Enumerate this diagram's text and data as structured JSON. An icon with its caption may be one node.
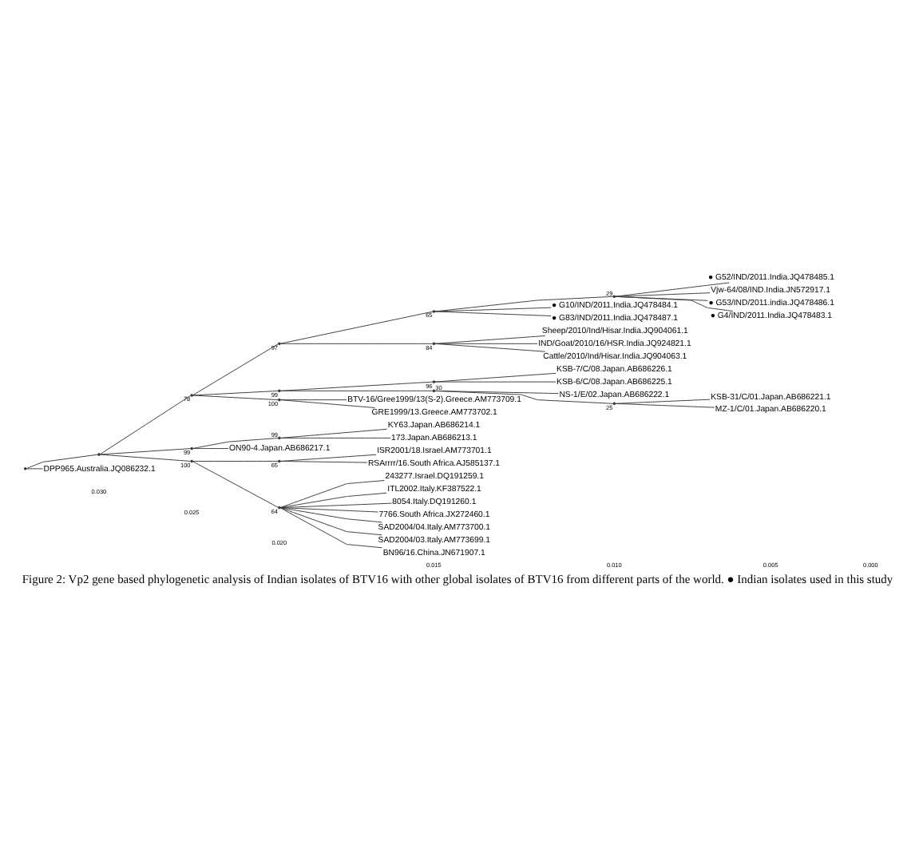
{
  "diagram": {
    "caption": "Figure 2: Vp2 gene based phylogenetic analysis of Indian isolates of BTV16 with other global isolates of BTV16 from different parts of the world. ● Indian isolates used in this study",
    "nodes": [
      {
        "text": [],
        "shape": "point"
      },
      {
        "text": [],
        "shape": "point"
      },
      {
        "text": [],
        "shape": "point",
        "beside": [
          "78"
        ]
      },
      {
        "text": [],
        "shape": "point",
        "beside": [
          "97"
        ]
      },
      {
        "text": [],
        "shape": "point",
        "beside": [
          "65"
        ]
      },
      {
        "text": [],
        "shape": "point",
        "beside": [
          "29"
        ]
      },
      {
        "text": [
          "● G52/IND/2011.India.JQ478485.1"
        ]
      },
      {
        "text": [
          "Vjw-64/08/IND.India.JN572917.1"
        ]
      },
      {
        "text": [
          "● G53/IND/2011.india.JQ478486.1"
        ]
      },
      {
        "text": [
          "● G4/IND/2011.India.JQ478483.1"
        ]
      },
      {
        "text": [
          "● G10/IND/2011.India.JQ478484.1"
        ]
      },
      {
        "text": [
          "● G83/IND/2011.India.JQ478487.1"
        ]
      },
      {
        "text": [],
        "shape": "point",
        "beside": [
          "84"
        ]
      },
      {
        "text": [
          "Sheep/2010/Ind/Hisar.India.JQ904061.1"
        ]
      },
      {
        "text": [
          "IND/Goat/2010/16/HSR.India.JQ924821.1"
        ]
      },
      {
        "text": [
          "Cattle/2010/Ind/Hisar.India.JQ904063.1"
        ]
      },
      {
        "text": [],
        "shape": "point",
        "beside": [
          "99"
        ]
      },
      {
        "text": [],
        "shape": "point",
        "beside": [
          "96"
        ]
      },
      {
        "text": [
          "KSB-7/C/08.Japan.AB686226.1"
        ]
      },
      {
        "text": [
          "KSB-6/C/08.Japan.AB686225.1"
        ]
      },
      {
        "text": [],
        "shape": "point",
        "beside": [
          "30"
        ]
      },
      {
        "text": [
          "NS-1/E/02.Japan.AB686222.1"
        ]
      },
      {
        "text": [],
        "shape": "point",
        "beside": [
          "25"
        ]
      },
      {
        "text": [
          "KSB-31/C/01.Japan.AB686221.1"
        ]
      },
      {
        "text": [
          "MZ-1/C/01.Japan.AB686220.1"
        ]
      },
      {
        "text": [],
        "shape": "point",
        "beside": [
          "100"
        ]
      },
      {
        "text": [
          "BTV-16/Gree1999/13(S-2).Greece.AM773709.1"
        ]
      },
      {
        "text": [
          "GRE1999/13.Greece.AM773702.1"
        ]
      },
      {
        "text": [],
        "shape": "point",
        "beside": [
          "99"
        ]
      },
      {
        "text": [],
        "shape": "point",
        "beside": [
          "99"
        ]
      },
      {
        "text": [
          "KY63.Japan.AB686214.1"
        ]
      },
      {
        "text": [
          "173.Japan.AB686213.1"
        ]
      },
      {
        "text": [
          "ON90-4.Japan.AB686217.1"
        ]
      },
      {
        "text": [],
        "shape": "point",
        "beside": [
          "100"
        ]
      },
      {
        "text": [],
        "shape": "point",
        "beside": [
          "65"
        ]
      },
      {
        "text": [
          "ISR2001/18.Israel.AM773701.1"
        ]
      },
      {
        "text": [
          "RSArrrr/16.South Africa.AJ585137.1"
        ]
      },
      {
        "text": [],
        "shape": "point",
        "beside": [
          "64"
        ]
      },
      {
        "text": [
          "243277.Israel.DQ191259.1"
        ]
      },
      {
        "text": [
          "ITL2002.Italy.KF387522.1"
        ]
      },
      {
        "text": [
          "8054.Italy.DQ191260.1"
        ]
      },
      {
        "text": [
          "7766.South Africa.JX272460.1"
        ]
      },
      {
        "text": [
          "SAD2004/04.Italy.AM773700.1"
        ]
      },
      {
        "text": [
          "SAD2004/03.Italy.AM773699.1"
        ]
      },
      {
        "text": [
          "BN96/16.China.JN671907.1"
        ]
      },
      {
        "text": [
          "DPP965.Australia.JQ086232.1"
        ]
      }
    ],
    "edges": [
      {
        "from": 0,
        "to": 1,
        "arrow": "none"
      },
      {
        "from": 1,
        "to": 2,
        "arrow": "none"
      },
      {
        "from": 2,
        "to": 3,
        "arrow": "none"
      },
      {
        "from": 3,
        "to": 4,
        "arrow": "none"
      },
      {
        "from": 4,
        "to": 5,
        "arrow": "none"
      },
      {
        "from": 5,
        "to": 6,
        "arrow": "none"
      },
      {
        "from": 5,
        "to": 7,
        "arrow": "none"
      },
      {
        "from": 5,
        "to": 8,
        "arrow": "none"
      },
      {
        "from": 5,
        "to": 9,
        "arrow": "none"
      },
      {
        "from": 4,
        "to": 10,
        "arrow": "none"
      },
      {
        "from": 4,
        "to": 11,
        "arrow": "none"
      },
      {
        "from": 3,
        "to": 12,
        "arrow": "none"
      },
      {
        "from": 12,
        "to": 13,
        "arrow": "none"
      },
      {
        "from": 12,
        "to": 14,
        "arrow": "none"
      },
      {
        "from": 12,
        "to": 15,
        "arrow": "none"
      },
      {
        "from": 2,
        "to": 16,
        "arrow": "none"
      },
      {
        "from": 16,
        "to": 17,
        "arrow": "none"
      },
      {
        "from": 17,
        "to": 18,
        "arrow": "none"
      },
      {
        "from": 17,
        "to": 19,
        "arrow": "none"
      },
      {
        "from": 16,
        "to": 20,
        "arrow": "none"
      },
      {
        "from": 20,
        "to": 21,
        "arrow": "none"
      },
      {
        "from": 20,
        "to": 22,
        "arrow": "none"
      },
      {
        "from": 22,
        "to": 23,
        "arrow": "none"
      },
      {
        "from": 22,
        "to": 24,
        "arrow": "none"
      },
      {
        "from": 2,
        "to": 25,
        "arrow": "none"
      },
      {
        "from": 25,
        "to": 26,
        "arrow": "none"
      },
      {
        "from": 25,
        "to": 27,
        "arrow": "none"
      },
      {
        "from": 1,
        "to": 28,
        "arrow": "none"
      },
      {
        "from": 28,
        "to": 29,
        "arrow": "none"
      },
      {
        "from": 29,
        "to": 30,
        "arrow": "none"
      },
      {
        "from": 29,
        "to": 31,
        "arrow": "none"
      },
      {
        "from": 28,
        "to": 32,
        "arrow": "none"
      },
      {
        "from": 1,
        "to": 33,
        "arrow": "none"
      },
      {
        "from": 33,
        "to": 34,
        "arrow": "none"
      },
      {
        "from": 34,
        "to": 35,
        "arrow": "none"
      },
      {
        "from": 34,
        "to": 36,
        "arrow": "none"
      },
      {
        "from": 33,
        "to": 37,
        "arrow": "none"
      },
      {
        "from": 37,
        "to": 38,
        "arrow": "none"
      },
      {
        "from": 37,
        "to": 39,
        "arrow": "none"
      },
      {
        "from": 37,
        "to": 40,
        "arrow": "none"
      },
      {
        "from": 37,
        "to": 41,
        "arrow": "none"
      },
      {
        "from": 37,
        "to": 42,
        "arrow": "none"
      },
      {
        "from": 37,
        "to": 43,
        "arrow": "none"
      },
      {
        "from": 37,
        "to": 44,
        "arrow": "none"
      },
      {
        "from": 0,
        "to": 45,
        "arrow": "none"
      }
    ],
    "labels": [
      "0.030",
      "0.025",
      "0.020",
      "0.015",
      "0.010",
      "0.005",
      "0.000"
    ]
  }
}
